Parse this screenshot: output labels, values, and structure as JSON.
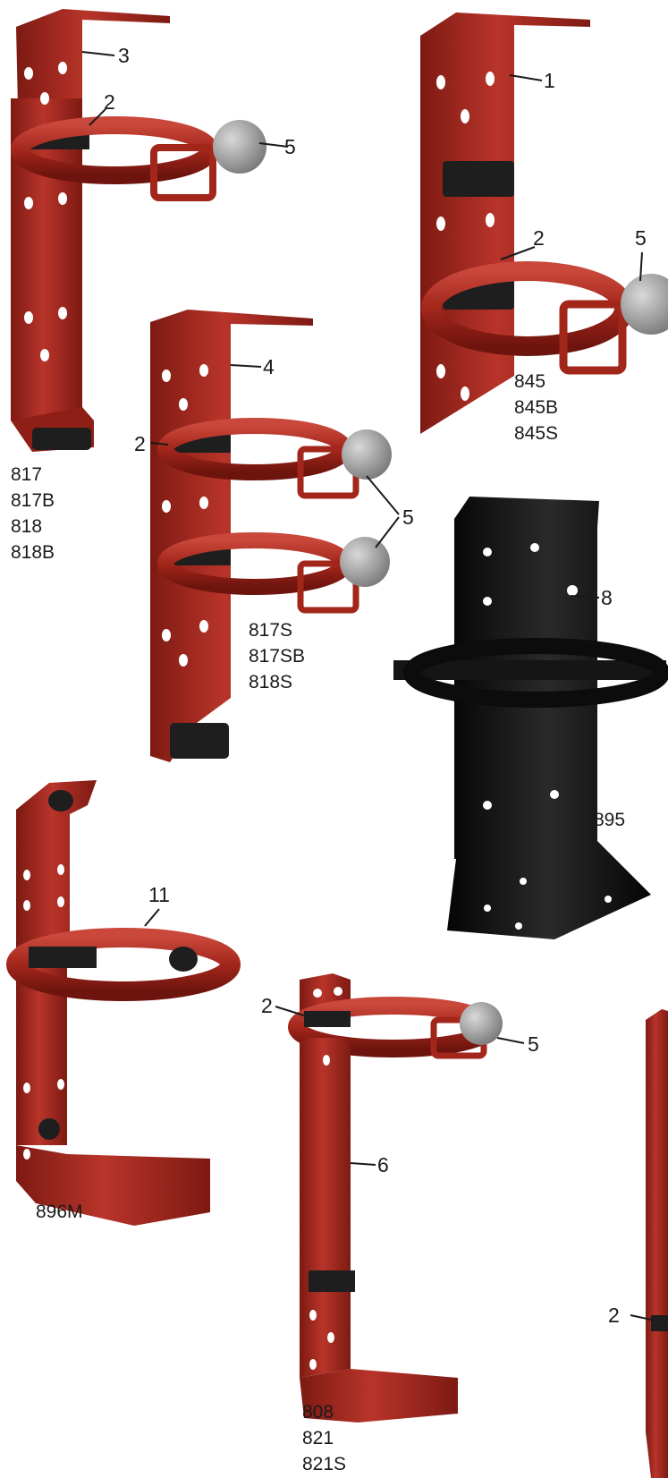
{
  "callouts": {
    "c1": "1",
    "c2": "2",
    "c3": "3",
    "c4": "4",
    "c5": "5",
    "c6": "6",
    "c8": "8",
    "c11": "11"
  },
  "models": {
    "group_817": [
      "817",
      "817B",
      "818",
      "818B"
    ],
    "group_845": [
      "845",
      "845B",
      "845S"
    ],
    "group_817s": [
      "817S",
      "817SB",
      "818S"
    ],
    "group_895": [
      "895"
    ],
    "group_896m": [
      "896M"
    ],
    "group_808": [
      "808",
      "821",
      "821S"
    ]
  },
  "colors": {
    "bracket_red": "#a3261b",
    "bracket_red_dark": "#6e140e",
    "bracket_red_light": "#c8463a",
    "bracket_black": "#101010",
    "strap_black": "#1e1e1e",
    "knob_gray": "#9a9a9a"
  }
}
